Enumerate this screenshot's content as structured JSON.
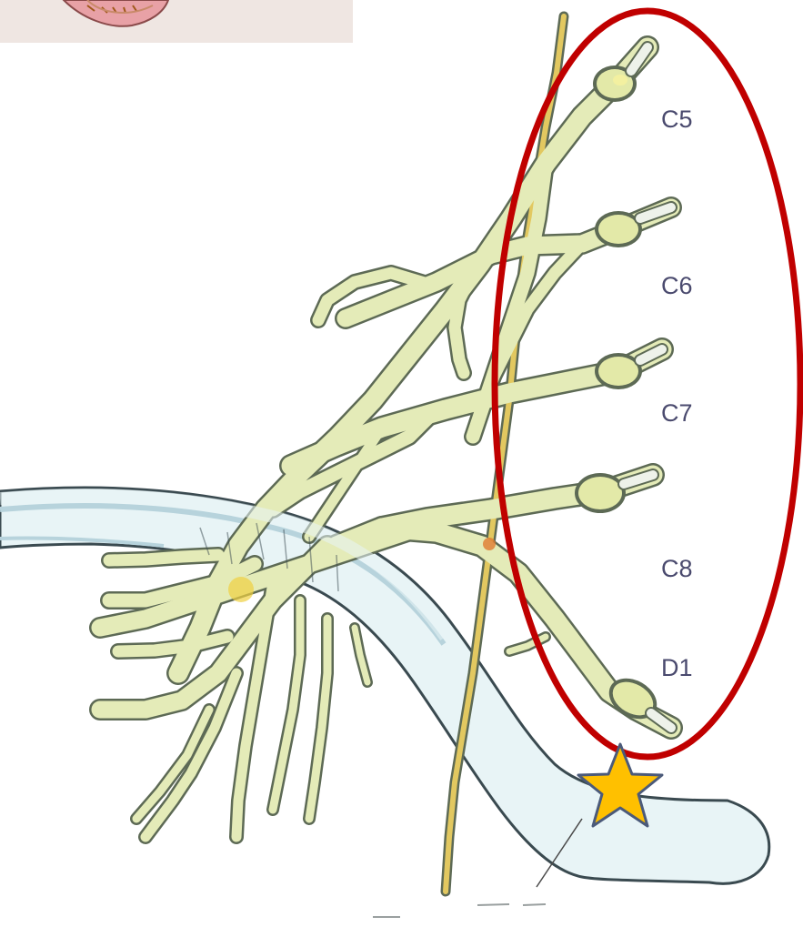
{
  "roots": [
    {
      "id": "c5",
      "label": "C5"
    },
    {
      "id": "c6",
      "label": "C6"
    },
    {
      "id": "c7",
      "label": "C7"
    },
    {
      "id": "c8",
      "label": "C8"
    },
    {
      "id": "d1",
      "label": "D1"
    }
  ],
  "colors": {
    "nerve": "#e4ebb8",
    "nerve_outline": "#5d6a55",
    "artery": "#e6f2f4",
    "artery_outline": "#3a4a50",
    "highlight_ellipse": "#c00000",
    "star_fill": "#ffc000",
    "star_stroke": "#4b5a7a",
    "bg_panel": "#efe6e2"
  }
}
